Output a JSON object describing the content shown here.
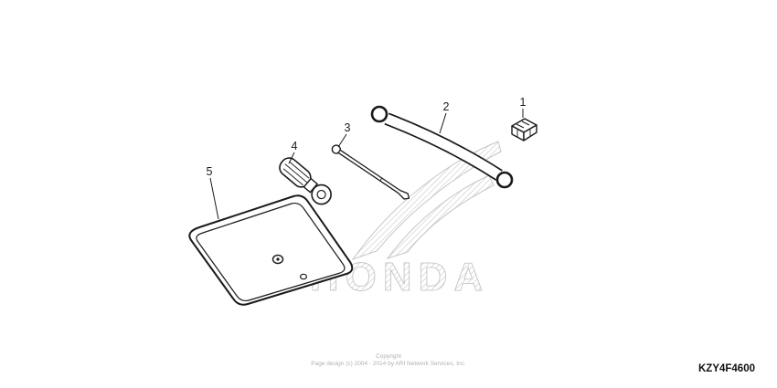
{
  "diagram": {
    "code": "KZY4F4600",
    "watermark_text": "HONDA",
    "footer_line1": "Copyright",
    "footer_line2": "Page design (c) 2004 - 2014 by ARI Network Services, Inc.",
    "parts": [
      {
        "label": "1",
        "name": "clip"
      },
      {
        "label": "2",
        "name": "band-strap"
      },
      {
        "label": "3",
        "name": "bar-tool"
      },
      {
        "label": "4",
        "name": "screwdriver"
      },
      {
        "label": "5",
        "name": "tool-bag"
      }
    ]
  }
}
